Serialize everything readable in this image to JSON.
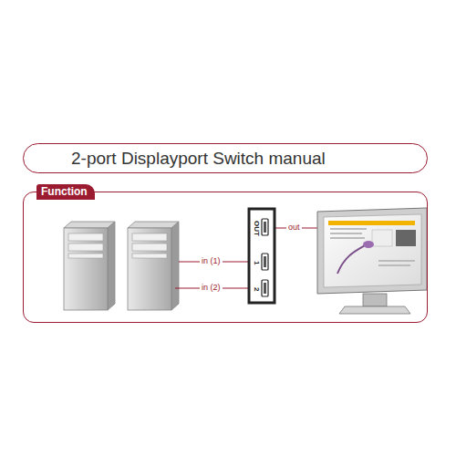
{
  "diagram": {
    "title": "2-port Displayport Switch manual",
    "nodes": [
      {
        "text": [
          "Function"
        ]
      },
      {
        "text": [
          "OUT",
          "1",
          "2"
        ],
        "in": 0
      }
    ],
    "labels": [
      "in (1)",
      "in (2)",
      "out"
    ]
  }
}
